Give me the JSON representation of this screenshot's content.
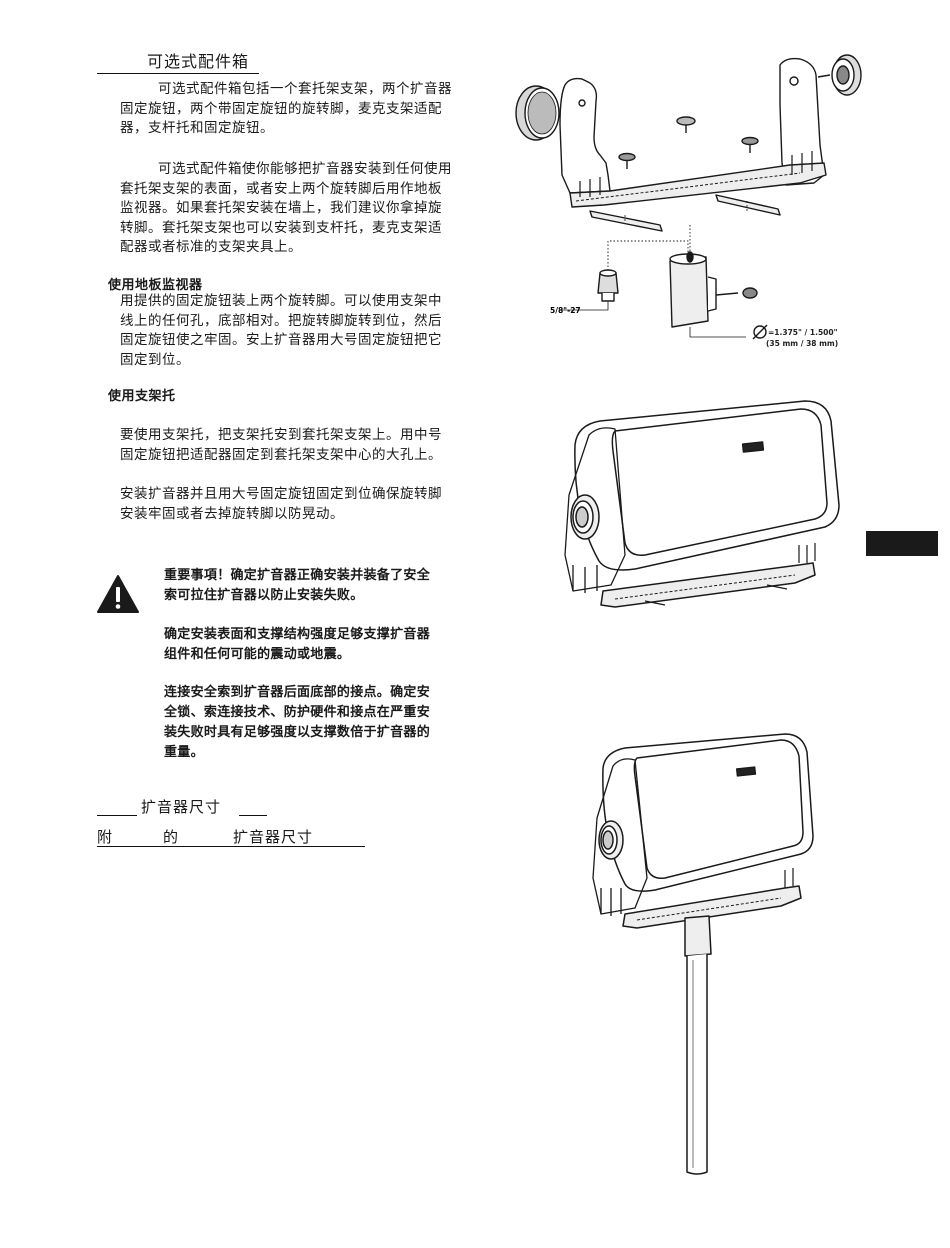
{
  "section_accessory": {
    "title": "可选式配件箱",
    "intro_lines": [
      "可选式配件箱包括一个套托架支架，两个扩音器",
      "固定旋钮，两个带固定旋钮的旋转脚，麦克支架适配",
      "器，支杆托和固定旋钮。"
    ],
    "usage_lines": [
      "可选式配件箱使你能够把扩音器安装到任何使用",
      "套托架支架的表面，或者安上两个旋转脚后用作地板",
      "监视器。如果套托架安装在墙上，我们建议你拿掉旋",
      "转脚。套托架支架也可以安装到支杆托，麦克支架适",
      "配器或者标准的支架夹具上。"
    ]
  },
  "section_floor": {
    "title": "使用地板监视器",
    "lines": [
      "用提供的固定旋钮装上两个旋转脚。可以使用支架中",
      "线上的任何孔，底部相对。把旋转脚旋转到位，然后",
      "固定旋钮使之牢固。安上扩音器用大号固定旋钮把它",
      "固定到位。"
    ]
  },
  "section_pole": {
    "title": "使用支架托",
    "lines1": [
      "要使用支架托，把支架托安到套托架支架上。用中号",
      "固定旋钮把适配器固定到套托架支架中心的大孔上。"
    ],
    "lines2": [
      "安装扩音器并且用大号固定旋钮固定到位确保旋转脚",
      "安装牢固或者去掉旋转脚以防晃动。"
    ]
  },
  "warning": {
    "block1": [
      "重要事項！确定扩音器正确安装并装备了安全",
      "索可拉住扩音器以防止安装失败。"
    ],
    "block2": [
      "确定安装表面和支撑结构强度足够支撑扩音器",
      "组件和任何可能的震动或地震。"
    ],
    "block3": [
      "连接安全索到扩音器后面底部的接点。确定安",
      "全锁、索连接技术、防护硬件和接点在严重安",
      "装失败时具有足够强度以支撑数倍于扩音器的",
      "重量。"
    ]
  },
  "section_dims": {
    "title": "扩音器尺寸",
    "sub_a": "附",
    "sub_b": "的",
    "sub_c": "扩音器尺寸"
  },
  "diagram_labels": {
    "thread": "5/8\"-27",
    "diameter": "=1.375\" / 1.500\"",
    "diameter_mm": "(35 mm / 38 mm)"
  }
}
